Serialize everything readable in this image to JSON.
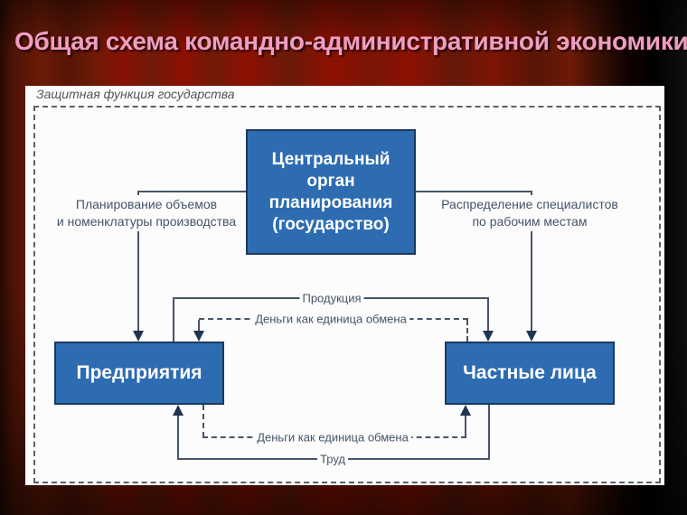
{
  "slide": {
    "title": "Общая схема командно-административной экономики"
  },
  "diagram": {
    "frame_label": "Защитная функция государства",
    "nodes": {
      "central": {
        "lines": [
          "Центральный",
          "орган",
          "планирования",
          "(государство)"
        ]
      },
      "enterprises": {
        "label": "Предприятия"
      },
      "individuals": {
        "label": "Частные лица"
      }
    },
    "flows": {
      "planning": {
        "lines": [
          "Планирование объемов",
          "и номенклатуры производства"
        ]
      },
      "distribution": {
        "lines": [
          "Распределение специалистов",
          "по рабочим местам"
        ]
      },
      "products": {
        "label": "Продукция"
      },
      "money_top": {
        "label": "Деньги как единица обмена"
      },
      "money_bottom": {
        "label": "Деньги как единица обмена"
      },
      "labor": {
        "label": "Труд"
      }
    }
  },
  "colors": {
    "title_text": "#ef9dc1",
    "background_red": "#8c1103",
    "box_fill": "#2e6cb2",
    "box_border": "#1b3a5f",
    "line": "#475569",
    "arrowhead": "#1f3550",
    "label_text": "#44546a",
    "panel": "#fcfcfc"
  }
}
